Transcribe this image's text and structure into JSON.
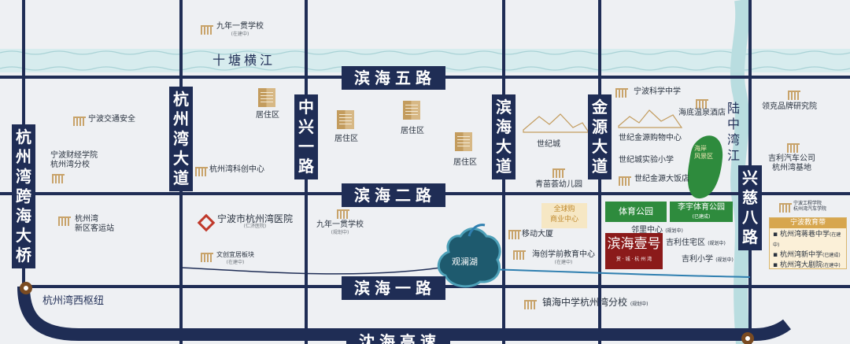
{
  "roads": {
    "binhai5": "滨海五路",
    "binhai2": "滨海二路",
    "binhai1": "滨海一路",
    "hangzhouwan_dadao": "杭州湾大道",
    "zhongxing1": "中兴一路",
    "binhai_dadao": "滨海大道",
    "jinyuan_dadao": "金源大道",
    "luzhong_wanjiang": "陆中湾江",
    "kuahai_bridge": "杭州湾跨海大桥",
    "xingci8": "兴慈八路",
    "shenhai_expressway": "沈海高速",
    "river": "十塘横江",
    "junction": "杭州湾西枢纽"
  },
  "pois": {
    "jiunian_top": "九年一贯学校",
    "jiunian_top_sub": "(在建中)",
    "ningbo_traffic": "宁波交通安全",
    "ningbo_finance": "宁波财经学院\n杭州湾分校",
    "xinqu_station": "杭州湾\n新区客运站",
    "hospital": "宁波市杭州湾医院",
    "hospital_sub": "(仁济医院)",
    "wenchuang": "文创宜居板块",
    "wenchuang_sub": "(在建中)",
    "juzhuqu1": "居住区",
    "juzhuqu2": "居住区",
    "juzhuqu3": "居住区",
    "juzhuqu4": "居住区",
    "hzw_innovation": "杭州湾科创中心",
    "jiunian_mid": "九年一贯学校",
    "jiunian_mid_sub": "(规划中)",
    "shijicheng": "世纪城",
    "qingmiao": "青苗荟幼儿园",
    "ningbo_science": "宁波科学中学",
    "haidi_hotel": "海底温泉酒店",
    "jinyuan_mall": "世纪金源购物中心",
    "experimental_school": "世纪城实验小学",
    "jinyuan_hotel": "世纪金源大饭店",
    "lake": "观澜湖",
    "mobile_tower": "移动大厦",
    "haichuang": "海创学前教育中心",
    "haichuang_sub": "(在建中)",
    "quancheng": "全球购",
    "commerce": "商业中心",
    "sports_park": "体育公园",
    "lixue_park": "李宇体育公园",
    "lixue_park_sub": "(已建成)",
    "neighborhood": "邻里中心",
    "neighborhood_sub": "(规划中)",
    "jili_residential": "吉利住宅区",
    "jili_residential_sub": "(规划中)",
    "jili_school": "吉利小学",
    "jili_school_sub": "(规划中)",
    "project_logo": "滨海壹号",
    "project_sub": "赏 · 城 · 杭 州 湾",
    "zhenhai": "镇海中学杭州湾分校",
    "zhenhai_sub": "(规划中)",
    "haian_scenic": "海岸\n风景区",
    "lynk": "领克品牌研究院",
    "geely_base": "吉利汽车公司\n杭州湾基地",
    "ningbo_eng": "宁波工程学院\n杭州湾汽车学院",
    "edu_title": "宁波教育带",
    "edu1": "杭州湾蒋巷中学",
    "edu1_sub": "(在建中)",
    "edu2": "杭州湾新中学",
    "edu2_sub": "(已建成)",
    "edu3": "杭州湾大剧院",
    "edu3_sub": "(在建中)"
  },
  "colors": {
    "road": "#1f2d55",
    "river": "#cfe8ea",
    "lake": "#1e5a6e",
    "park_green": "#2e8b3d",
    "gold": "#c39c5e",
    "project_red": "#8b1a1a",
    "hospital_red": "#c0392b",
    "node": "#7a4b22"
  }
}
